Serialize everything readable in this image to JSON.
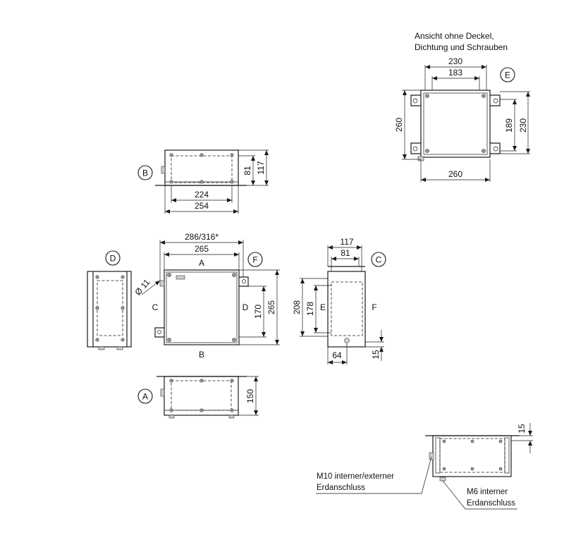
{
  "view_e_note": [
    "Ansicht ohne Deckel,",
    "Dichtung und Schrauben"
  ],
  "view_labels": {
    "A": "A",
    "B": "B",
    "C": "C",
    "D": "D",
    "E": "E",
    "F": "F"
  },
  "front_view": {
    "face_labels": {
      "top": "A",
      "bottom": "B",
      "left": "C",
      "right": "D"
    },
    "dimensions": {
      "overall_width": "286/316*",
      "width": "265",
      "height_inner": "170",
      "height": "265",
      "hole": "Ø 11"
    }
  },
  "view_b": {
    "dimensions": {
      "depth_inner": "81",
      "depth": "117",
      "width_inner": "224",
      "width": "254"
    }
  },
  "view_c": {
    "face_labels": {
      "left": "E",
      "right": "F"
    },
    "dimensions": {
      "depth": "117",
      "depth_inner": "81",
      "height": "208",
      "height_inner": "178",
      "offset": "64",
      "flange": "15"
    }
  },
  "view_a": {
    "dimensions": {
      "depth": "150"
    }
  },
  "view_e": {
    "dimensions": {
      "width": "230",
      "width_inner": "183",
      "height_left": "260",
      "height_inner": "189",
      "height_right": "230",
      "width_bottom": "260"
    }
  },
  "detail_view": {
    "dimensions": {
      "flange": "15"
    },
    "callouts": {
      "external_ground": [
        "M10 interner/externer",
        "Erdanschluss"
      ],
      "internal_ground": [
        "M6 interner",
        "Erdanschluss"
      ]
    }
  }
}
